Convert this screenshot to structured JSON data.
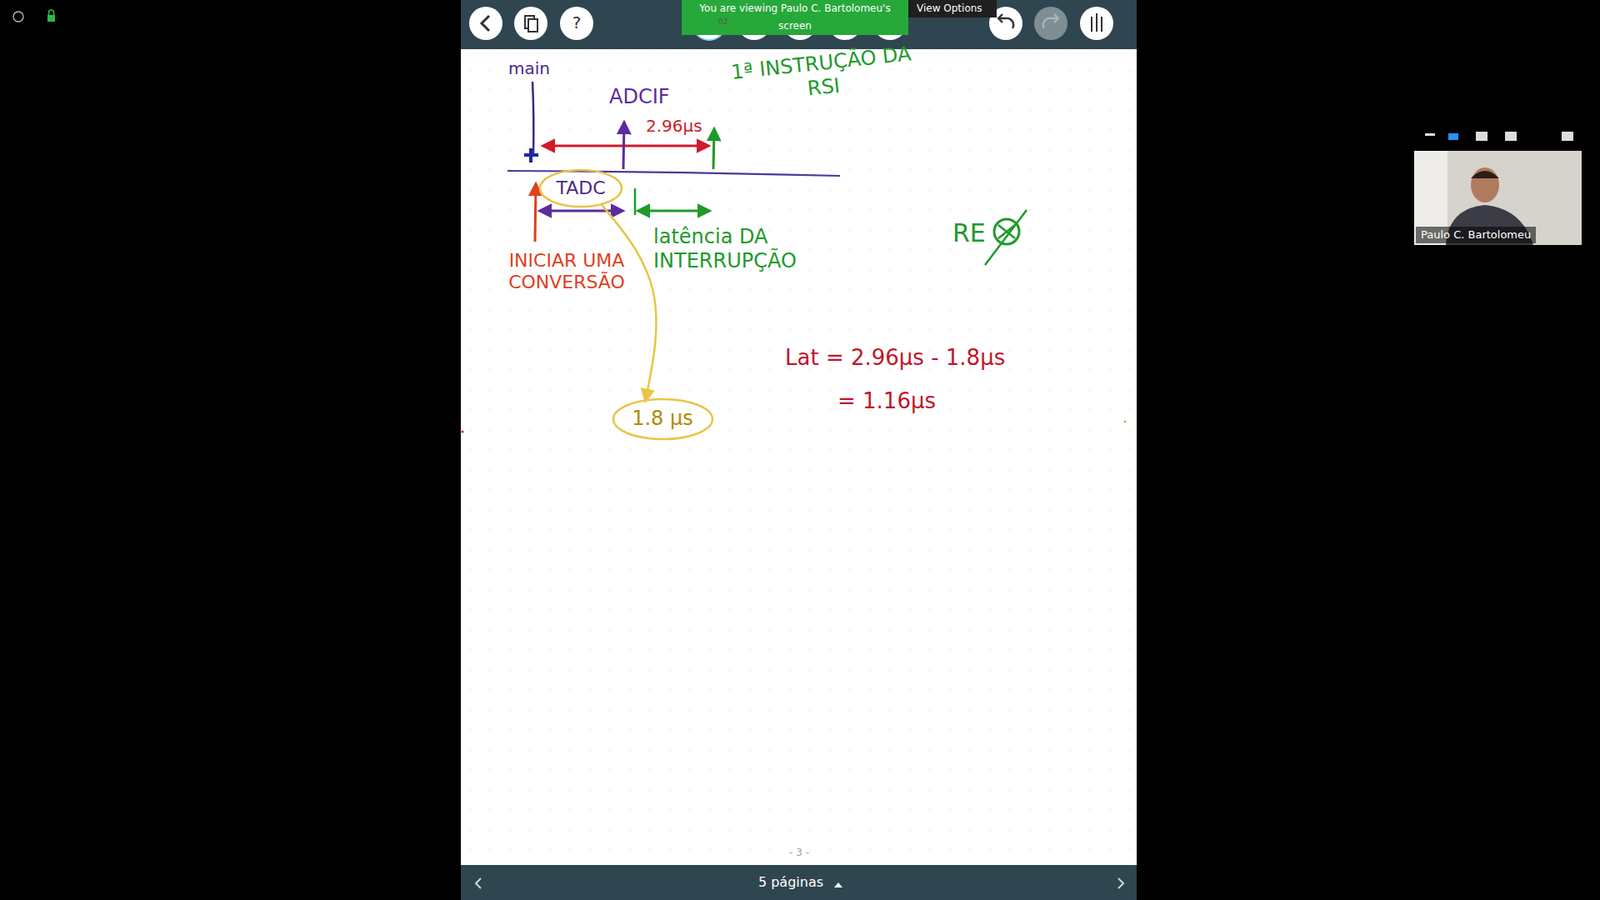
{
  "diagram": {
    "nodes": [
      {
        "text": [
          "TADC"
        ]
      },
      {
        "text": [
          "1.8 µs"
        ]
      }
    ],
    "edges": [
      {
        "from": 0,
        "to": 1,
        "arrow": "to"
      }
    ],
    "labels": [
      "You are viewing Paulo C. Bartolomeu's screen",
      "View Options",
      "?",
      "02",
      "main",
      "ADCIF",
      "2.96µs",
      "1ª INSTRUÇÃO DA RSI",
      "INICIAR UMA CONVERSÃO",
      "latência DA INTERRUPÇÃO",
      "RE",
      "Lat = 2.96µs - 1.8µs",
      "= 1.16µs",
      "- 3 -",
      "5 páginas",
      "Paulo C. Bartolomeu"
    ]
  }
}
